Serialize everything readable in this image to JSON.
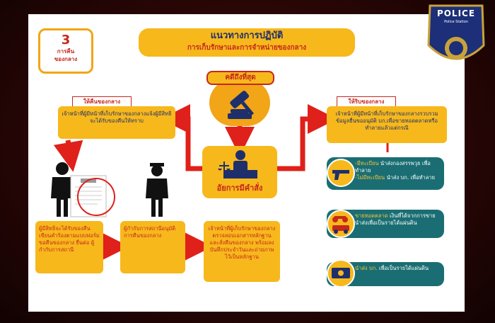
{
  "badge": {
    "number": "3",
    "line1": "การคืน",
    "line2": "ของกลาง"
  },
  "title": {
    "line1": "แนวทางการปฏิบัติ",
    "line2": "การเก็บรักษาและการจำหน่ายของกลาง"
  },
  "top_node": {
    "label": "คดีถึงที่สุด",
    "icon": "gavel-icon"
  },
  "left_panel": {
    "title": "ให้คืนของกลาง",
    "text": "เจ้าหน้าที่ผู้มีหน้าที่เก็บรักษาของกลางแจ้งผู้มีสิทธิจะได้รับของคืนให้ทราบ"
  },
  "right_panel": {
    "title": "ให้ริบของกลาง",
    "text": "เจ้าหน้าที่ผู้มีหน้าที่เก็บรักษาของกลางรวบรวมข้อมูลยื่นขออนุมัติ บก.เพื่อขายทอดตลาดหรือทำลายแล้วแต่กรณี"
  },
  "center_node": {
    "label": "อัยการมีคำสั่ง",
    "icon": "prosecutor-icon"
  },
  "steps": [
    {
      "text": "ผู้มีสิทธิจะได้รับของคืน เขียนคำร้องตามแบบฟอร์มขอคืนของกลาง ยื่นต่อ ผู้กำกับการสถานี"
    },
    {
      "text": "ผู้กำกับการสถานีอนุมัติการคืนของกลาง"
    },
    {
      "text": "เจ้าหน้าที่ผู้เก็บรักษาของกลาง ตรวจสอบเอกสารหลักฐาน และสั่งคืนของกลาง พร้อมลงบันทึกประจำวันและถ่ายภาพไว้เป็นหลักฐาน"
    }
  ],
  "options": [
    {
      "icon": "gun-icon",
      "a_hl": "-มีทะเบียน",
      "a_text": " นำส่งกองสรรพวุธ เพื่อทำลาย",
      "b_hl": "-ไม่มีทะเบียน",
      "b_text": " นำส่ง บก. เพื่อทำลาย"
    },
    {
      "icon": "vehicle-icon",
      "a_hl": "ขายทอดตลาด",
      "a_text": " เงินที่ได้จากการขาย นำส่งเพื่อเป็นรายได้แผ่นดิน"
    },
    {
      "icon": "money-icon",
      "a_hl": "นำส่ง บก.",
      "a_text": " เพื่อเป็นรายได้แผ่นดิน"
    }
  ],
  "police_logo": {
    "label": "POLICE",
    "sub": "Police Station"
  },
  "colors": {
    "yellow": "#f7b81c",
    "red": "#c5281c",
    "navy": "#1e2f6c",
    "teal": "#1a6e73"
  }
}
